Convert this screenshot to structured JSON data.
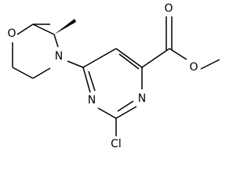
{
  "molecule": {
    "atoms": {
      "morpholine_O": "O",
      "morpholine_N": "N",
      "ring_N_top": "N",
      "ring_N_bottom": "N",
      "chloro": "Cl",
      "carbonyl_O": "O",
      "ester_O": "O"
    },
    "bond_color": "#000000",
    "background": "#ffffff"
  }
}
